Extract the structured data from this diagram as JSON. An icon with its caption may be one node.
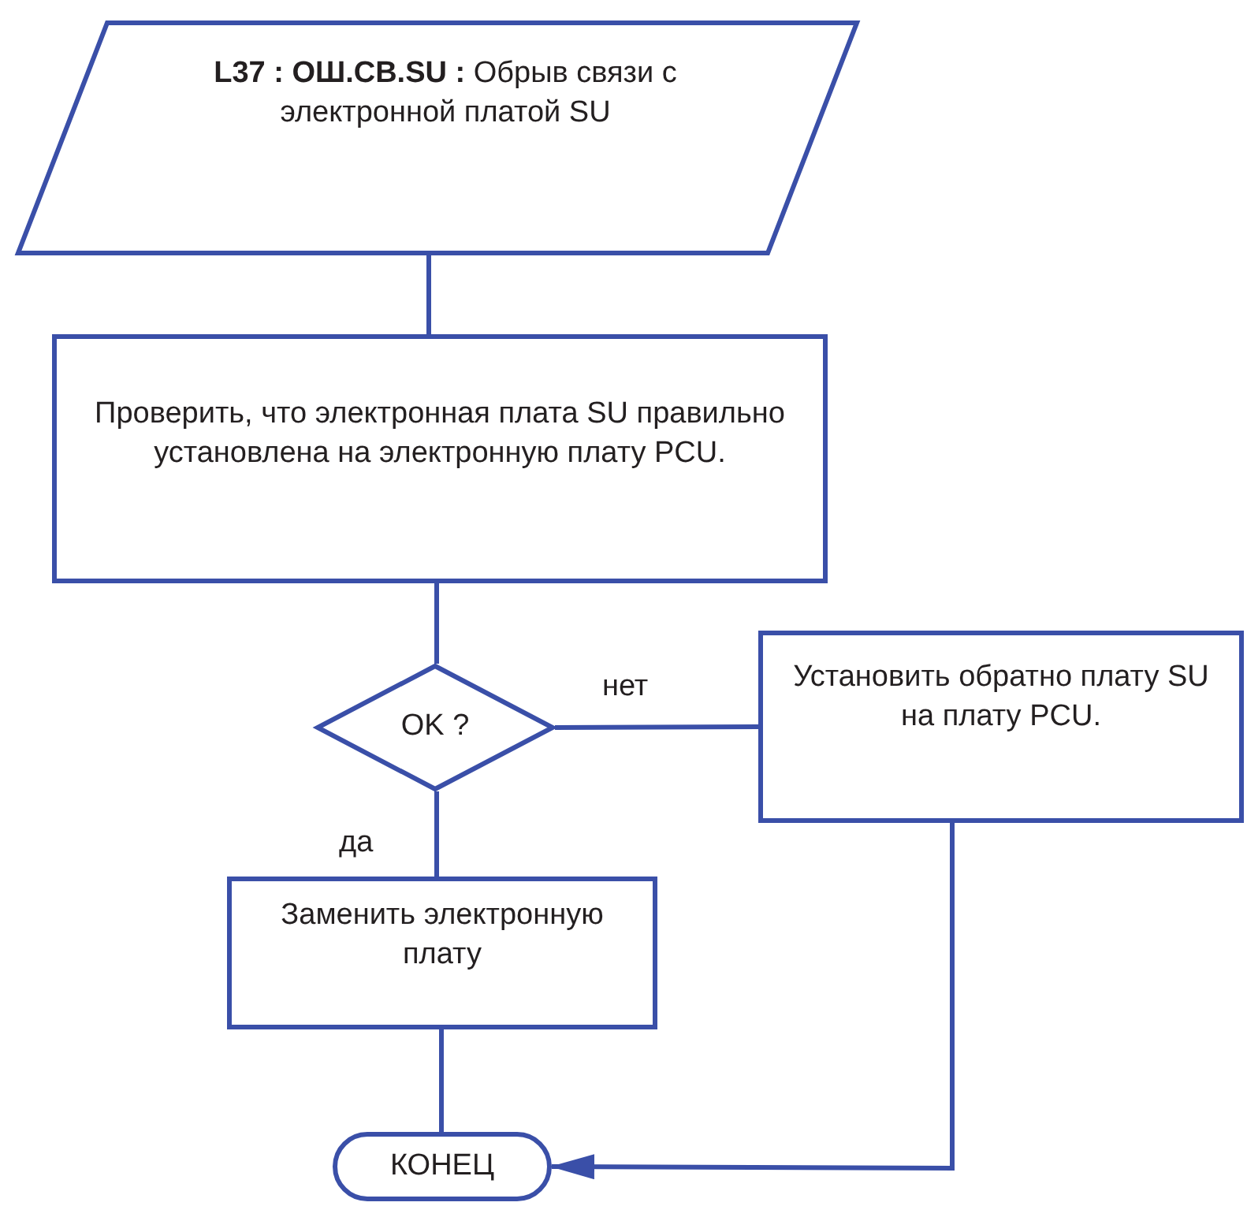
{
  "diagram": {
    "nodes": [
      {
        "text": [
          "**L37 : ОШ.CB.SU  :** Обрыв связи с электронной платой SU"
        ]
      },
      {
        "text": [
          "Проверить, что электронная плата SU правильно установлена на электронную плату PCU."
        ]
      },
      {
        "text": [
          "OK ?"
        ]
      },
      {
        "text": [
          "Установить обратно плату SU на плату PCU."
        ]
      },
      {
        "text": [
          "Заменить электронную плату"
        ]
      },
      {
        "text": [
          "КОНЕЦ"
        ]
      }
    ],
    "edges": [
      {
        "from": 0,
        "to": 1,
        "arrow": "none"
      },
      {
        "from": 1,
        "to": 2,
        "arrow": "none"
      },
      {
        "from": 2,
        "to": 3,
        "arrow": "none",
        "label": "нет"
      },
      {
        "from": 2,
        "to": 4,
        "arrow": "none",
        "label": "да"
      },
      {
        "from": 4,
        "to": 5,
        "arrow": "none"
      },
      {
        "from": 3,
        "to": 5,
        "arrow": "to"
      }
    ]
  }
}
